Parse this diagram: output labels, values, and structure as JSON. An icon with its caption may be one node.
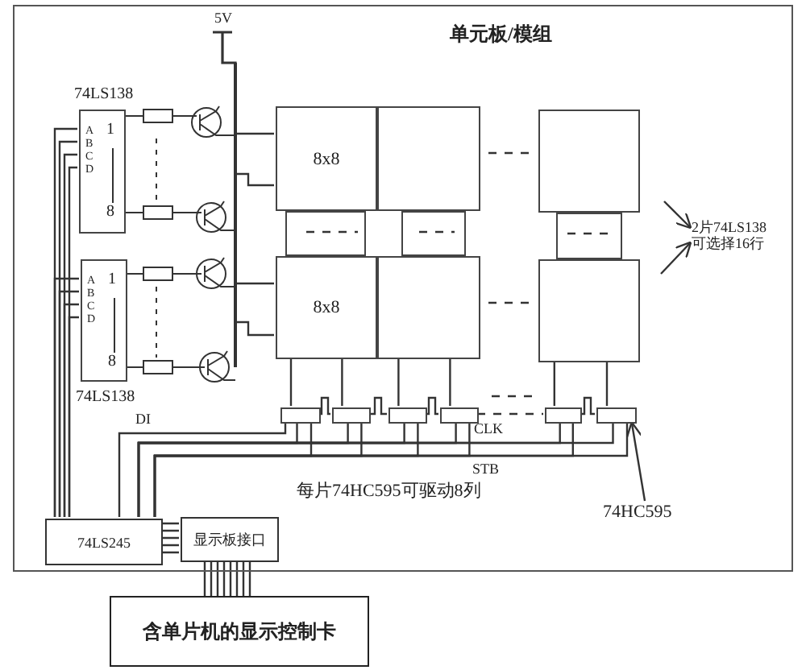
{
  "diagram": {
    "nodes": [
      {
        "text": [
          "单元板/模组"
        ]
      },
      {
        "text": [
          "74LS138",
          "A",
          "B",
          "C",
          "D",
          "1",
          "8"
        ],
        "in": 0
      },
      {
        "text": [
          "74LS138",
          "A",
          "B",
          "C",
          "D",
          "1",
          "8"
        ],
        "in": 0
      },
      {
        "text": [
          "8x8"
        ],
        "in": 0
      },
      {
        "text": [],
        "shape": "box",
        "in": 0
      },
      {
        "text": [],
        "shape": "box",
        "in": 0
      },
      {
        "text": [],
        "shape": "box",
        "in": 0
      },
      {
        "text": [],
        "shape": "box",
        "in": 0
      },
      {
        "text": [],
        "shape": "box",
        "in": 0
      },
      {
        "text": [
          "8x8"
        ],
        "in": 0
      },
      {
        "text": [],
        "shape": "box",
        "in": 0
      },
      {
        "text": [],
        "shape": "box",
        "in": 0
      },
      {
        "text": [],
        "shape": "box",
        "in": 0
      },
      {
        "text": [],
        "shape": "box",
        "in": 0
      },
      {
        "text": [],
        "shape": "box",
        "in": 0
      },
      {
        "text": [],
        "shape": "box",
        "in": 0
      },
      {
        "text": [],
        "shape": "box",
        "in": 0
      },
      {
        "text": [],
        "shape": "box",
        "in": 0
      },
      {
        "text": [
          "2片74LS138可选择16行"
        ],
        "in": 0
      },
      {
        "text": [
          "74HC595"
        ],
        "in": 0
      },
      {
        "text": [
          "74LS245"
        ],
        "in": 0
      },
      {
        "text": [
          "显示板接口"
        ],
        "in": 0
      },
      {
        "text": [
          "含单片机的显示控制卡"
        ]
      }
    ],
    "edges": [
      {
        "from": 20,
        "to": 1,
        "arrow": "none"
      },
      {
        "from": 20,
        "to": 2,
        "arrow": "none"
      },
      {
        "from": 20,
        "to": 21,
        "arrow": "none"
      },
      {
        "from": 21,
        "to": 22,
        "arrow": "none"
      },
      {
        "from": 20,
        "to": 12,
        "arrow": "none"
      },
      {
        "from": 20,
        "to": 12,
        "arrow": "none"
      },
      {
        "from": 20,
        "to": 13,
        "arrow": "none"
      },
      {
        "from": 20,
        "to": 14,
        "arrow": "none"
      },
      {
        "from": 20,
        "to": 15,
        "arrow": "none"
      },
      {
        "from": 20,
        "to": 16,
        "arrow": "none"
      },
      {
        "from": 20,
        "to": 17,
        "arrow": "none"
      },
      {
        "from": 20,
        "to": 12,
        "arrow": "none"
      },
      {
        "from": 20,
        "to": 13,
        "arrow": "none"
      },
      {
        "from": 20,
        "to": 14,
        "arrow": "none"
      },
      {
        "from": 20,
        "to": 15,
        "arrow": "none"
      },
      {
        "from": 20,
        "to": 16,
        "arrow": "none"
      },
      {
        "from": 20,
        "to": 17,
        "arrow": "none"
      },
      {
        "from": 12,
        "to": 13,
        "arrow": "none"
      },
      {
        "from": 13,
        "to": 14,
        "arrow": "none"
      },
      {
        "from": 14,
        "to": 15,
        "arrow": "none"
      },
      {
        "from": 15,
        "to": 16,
        "arrow": "none",
        "style": "dashed"
      },
      {
        "from": 16,
        "to": 17,
        "arrow": "none"
      },
      {
        "from": 9,
        "to": 12,
        "arrow": "none"
      },
      {
        "from": 9,
        "to": 13,
        "arrow": "none"
      },
      {
        "from": 10,
        "to": 14,
        "arrow": "none"
      },
      {
        "from": 10,
        "to": 15,
        "arrow": "none"
      },
      {
        "from": 11,
        "to": 16,
        "arrow": "none"
      },
      {
        "from": 11,
        "to": 17,
        "arrow": "none"
      },
      {
        "from": 19,
        "to": 17,
        "arrow": "to"
      },
      {
        "from": 4,
        "to": 5,
        "arrow": "none",
        "style": "dashed"
      },
      {
        "from": 10,
        "to": 11,
        "arrow": "none",
        "style": "dashed"
      },
      {
        "from": null,
        "to": 18,
        "arrow": "to"
      },
      {
        "from": null,
        "to": 18,
        "arrow": "to"
      }
    ],
    "labels": [
      "5V",
      "DI",
      "CLK",
      "STB",
      "每片74HC595可驱动8列"
    ]
  }
}
